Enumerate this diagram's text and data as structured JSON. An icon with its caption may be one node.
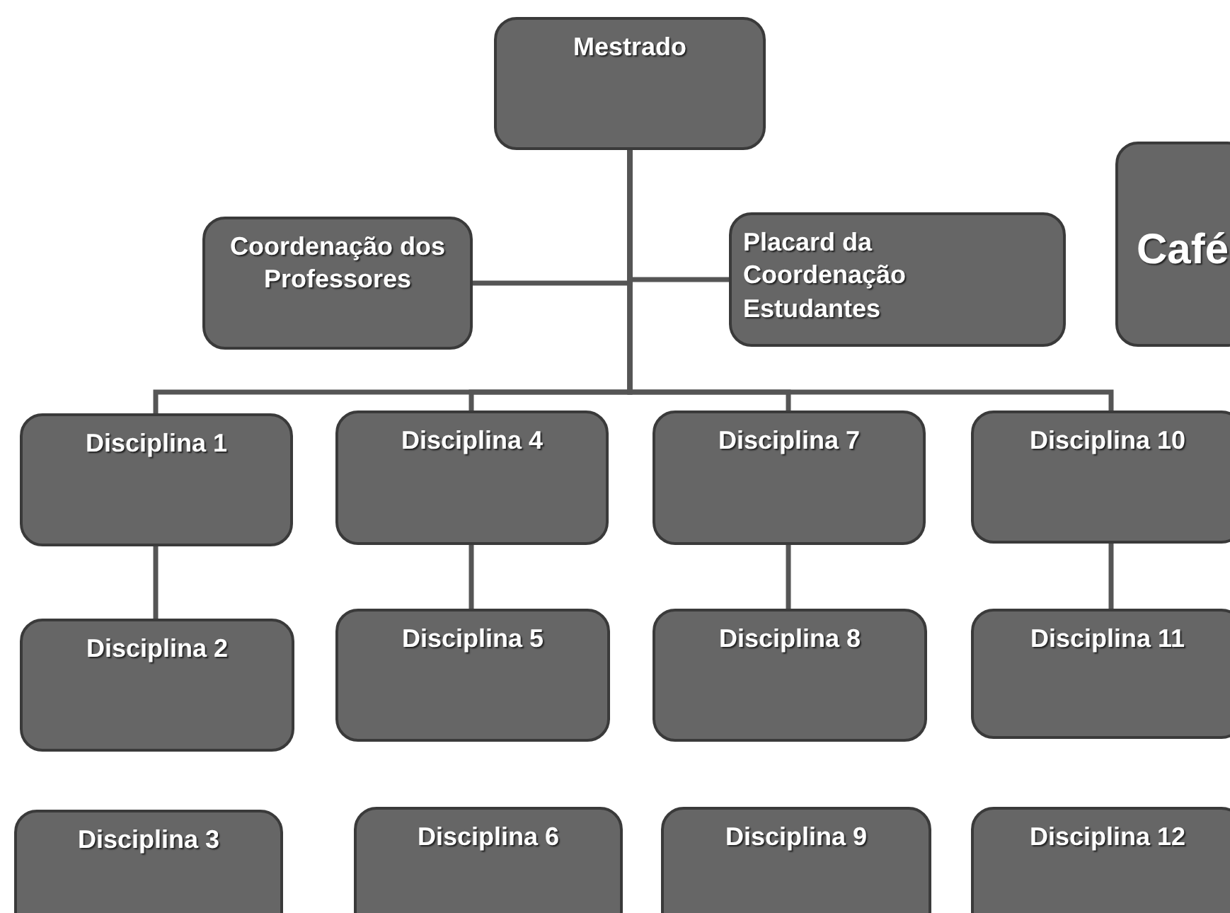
{
  "diagram": {
    "nodes": [
      {
        "text": [
          "Mestrado"
        ]
      },
      {
        "text": [
          "Coordenação dos Professores"
        ]
      },
      {
        "text": [
          "Placard da Coordenação Estudantes"
        ]
      },
      {
        "text": [
          "Café"
        ]
      },
      {
        "text": [
          "Disciplina 1"
        ]
      },
      {
        "text": [
          "Disciplina 4"
        ]
      },
      {
        "text": [
          "Disciplina 7"
        ]
      },
      {
        "text": [
          "Disciplina 10"
        ]
      },
      {
        "text": [
          "Disciplina 2"
        ]
      },
      {
        "text": [
          "Disciplina 5"
        ]
      },
      {
        "text": [
          "Disciplina 8"
        ]
      },
      {
        "text": [
          "Disciplina 11"
        ]
      },
      {
        "text": [
          "Disciplina 3"
        ]
      },
      {
        "text": [
          "Disciplina  6"
        ]
      },
      {
        "text": [
          "Disciplina 9"
        ]
      },
      {
        "text": [
          "Disciplina 12"
        ]
      }
    ],
    "edges": [
      {
        "from": 0,
        "to": 1,
        "arrow": "none"
      },
      {
        "from": 0,
        "to": 2,
        "arrow": "none"
      },
      {
        "from": 0,
        "to": 4,
        "arrow": "none"
      },
      {
        "from": 0,
        "to": 5,
        "arrow": "none"
      },
      {
        "from": 0,
        "to": 6,
        "arrow": "none"
      },
      {
        "from": 0,
        "to": 7,
        "arrow": "none"
      },
      {
        "from": 4,
        "to": 8,
        "arrow": "none"
      },
      {
        "from": 5,
        "to": 9,
        "arrow": "none"
      },
      {
        "from": 6,
        "to": 10,
        "arrow": "none"
      },
      {
        "from": 7,
        "to": 11,
        "arrow": "none"
      }
    ]
  }
}
